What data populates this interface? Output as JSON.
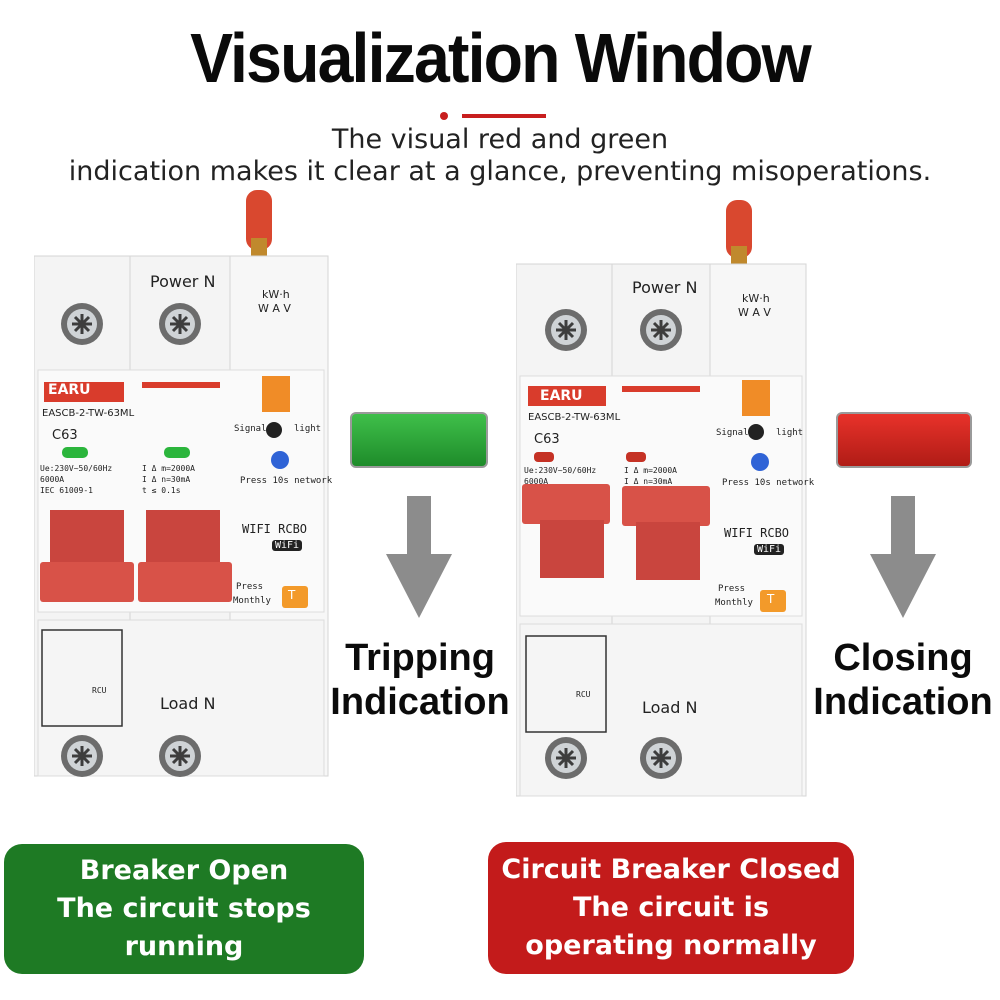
{
  "title": "Visualization Window",
  "subtitle_line1": "The visual red and green",
  "subtitle_line2": "indication makes it clear at a glance, preventing misoperations.",
  "colors": {
    "green": "#1e8c2a",
    "red": "#c81e1e",
    "handle": "#cf4f44",
    "arrow": "#8c8c8c"
  },
  "left": {
    "indication_line1": "Tripping",
    "indication_line2": "Indication",
    "status_line1": "Breaker Open",
    "status_line2": "The circuit stops running",
    "lamp_color": "green"
  },
  "right": {
    "indication_line1": "Closing",
    "indication_line2": "Indication",
    "status_line1": "Circuit Breaker Closed",
    "status_line2": "The circuit is",
    "status_line3": "operating normally",
    "lamp_color": "red"
  },
  "device": {
    "brand": "EARU",
    "model": "EASCB-2-TW-63ML",
    "rating": "C63",
    "spec1": "Ue:230V~50/60Hz",
    "spec2": "6000A",
    "spec3": "IEC 61009-1",
    "spec4": "I Δ m=2000A",
    "spec5": "I Δ n=30mA",
    "spec6": "t ≤ 0.1s",
    "power_label": "Power N",
    "load_label": "Load N",
    "kwh": "kW·h",
    "wav": "W A V",
    "signal": "Signal",
    "light": "light",
    "press_net": "Press 10s network",
    "wifi_rcbo": "WIFI RCBO",
    "wifi_badge": "WiFi",
    "press": "Press",
    "monthly": "Monthly",
    "t_button": "T",
    "rcu": "RCU"
  }
}
